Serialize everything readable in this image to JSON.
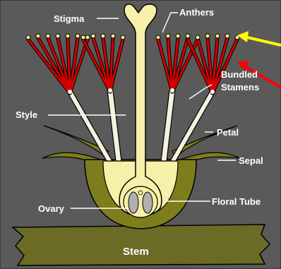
{
  "diagram": {
    "labels": {
      "stigma": "Stigma",
      "anthers": "Anthers",
      "bundled_stamens_line1": "Bundled",
      "bundled_stamens_line2": "Stamens",
      "style": "Style",
      "petal": "Petal",
      "sepal": "Sepal",
      "ovary": "Ovary",
      "floral_tube": "Floral Tube",
      "stem": "Stem"
    },
    "colors": {
      "background": "#5a5a5a",
      "stamen_filament": "#d40000",
      "stamen_outline": "#000000",
      "anther_tip": "#f3f08a",
      "style_fill": "#f6f0a8",
      "stamen_stalk": "#f4f1df",
      "petal_sepal": "#7d7d1c",
      "ovule": "#b0b0b0",
      "stem": "#6b6b25",
      "label_text": "#ffffff",
      "yellow_arrow": "#ffff00",
      "red_arrow": "#ff0000"
    },
    "arrows": [
      {
        "name": "yellow-arrow",
        "color": "yellow"
      },
      {
        "name": "red-arrow",
        "color": "red"
      }
    ]
  }
}
